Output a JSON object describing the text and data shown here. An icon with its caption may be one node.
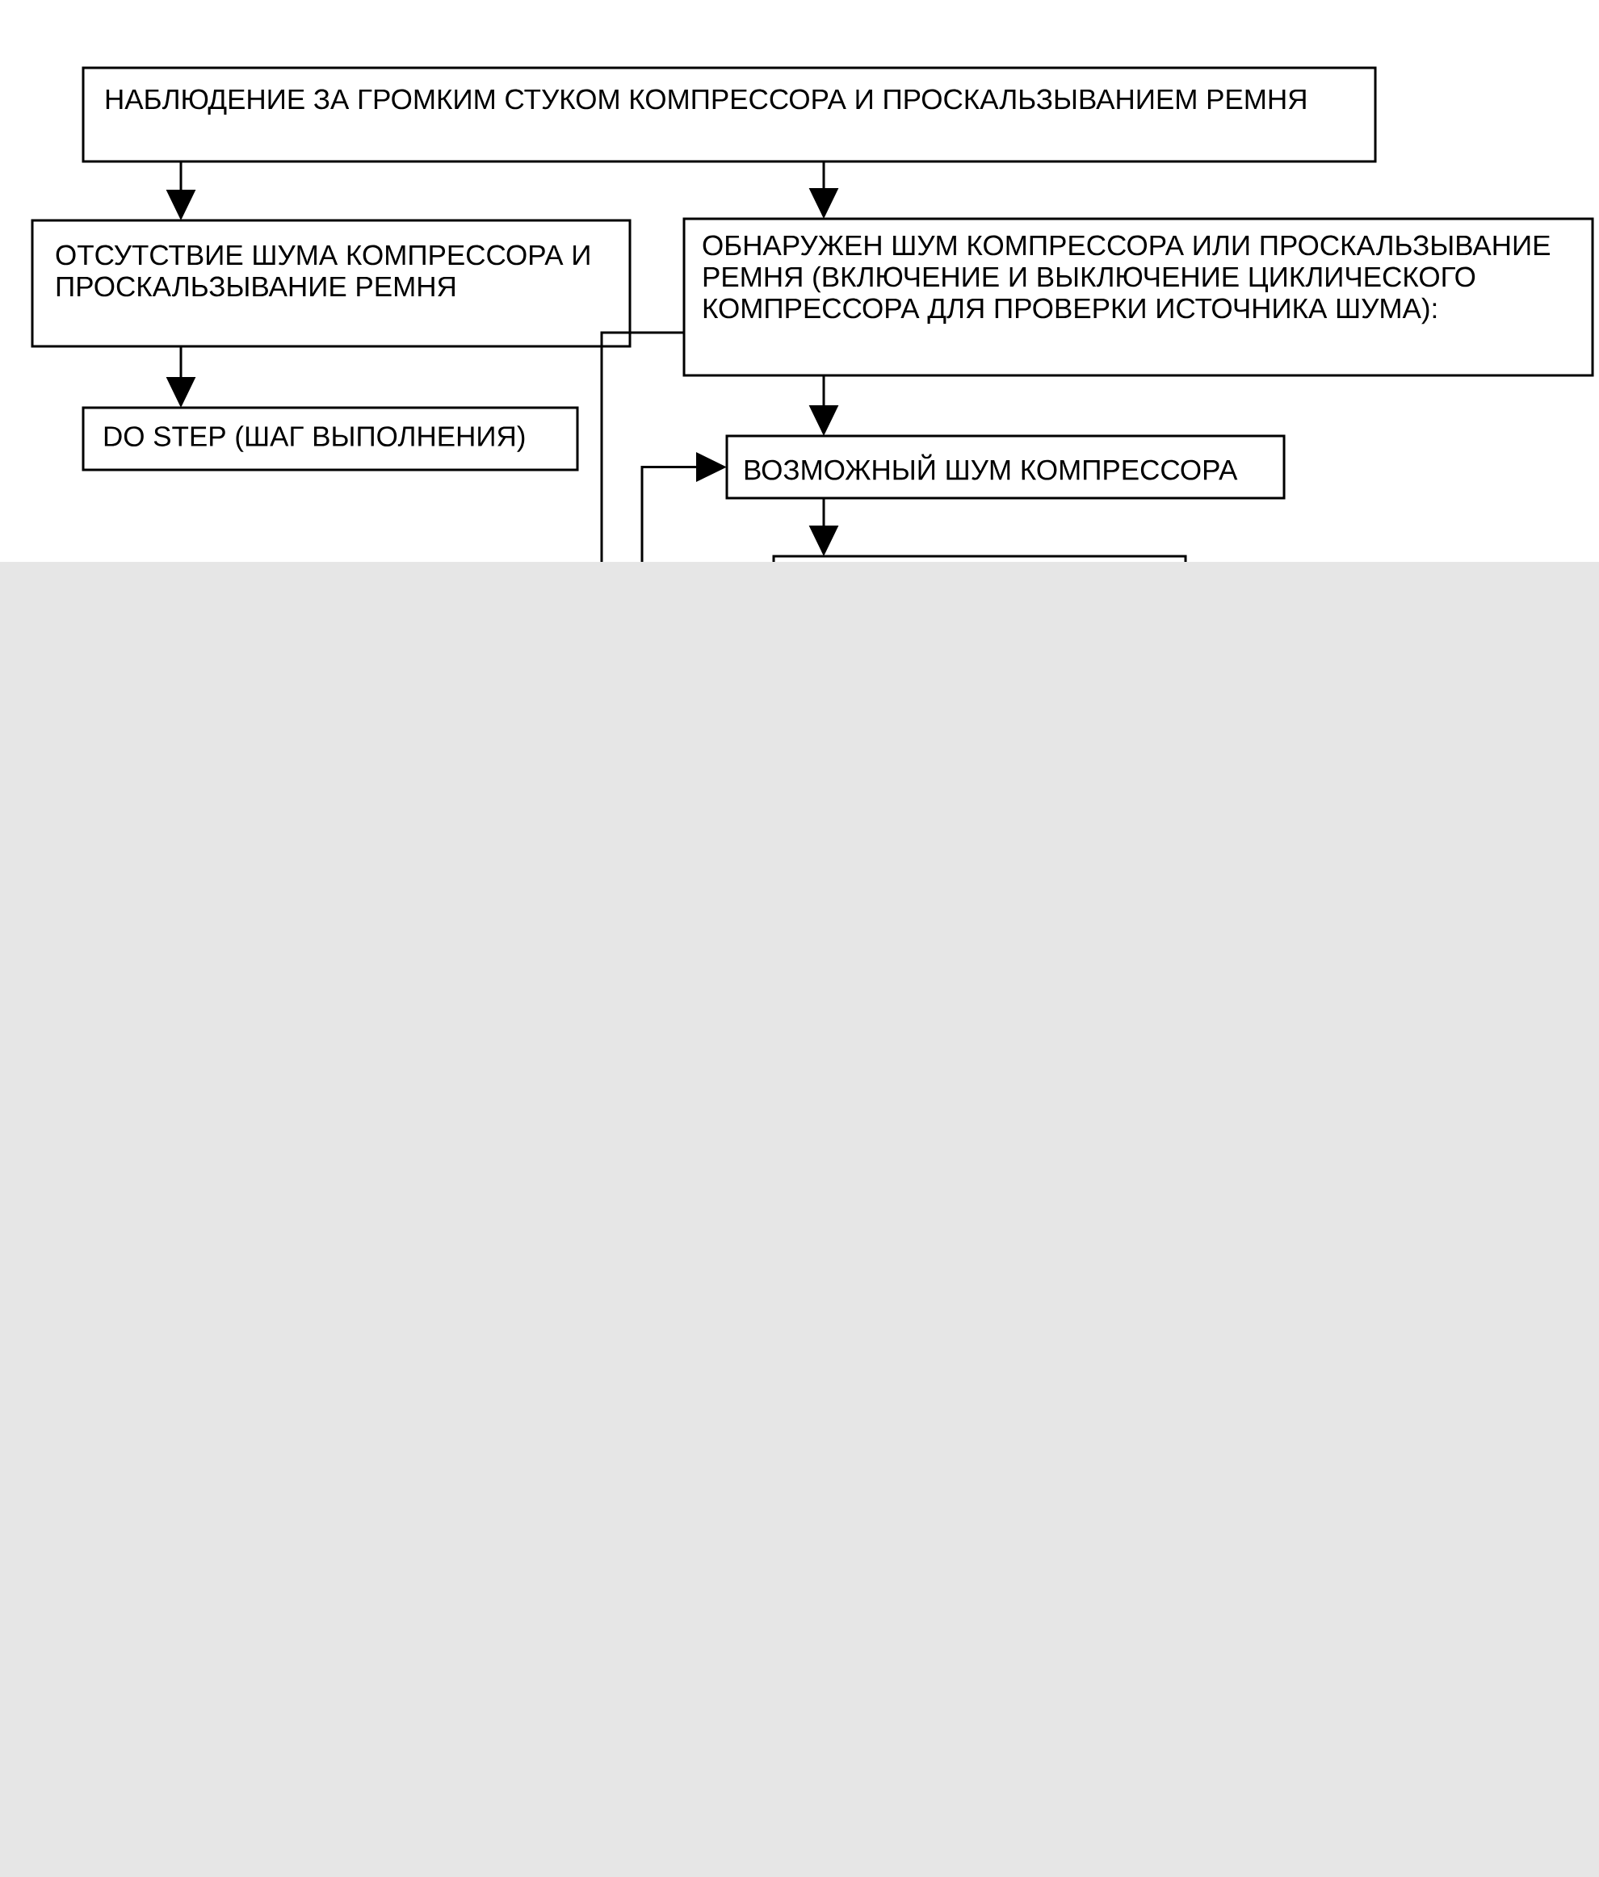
{
  "diagram": {
    "nodes": [
      {
        "text": [
          "НАБЛЮДЕНИЕ ЗА ГРОМКИМ СТУКОМ КОМПРЕССОРА И ПРОСКАЛЬЗЫВАНИЕМ РЕМНЯ"
        ]
      },
      {
        "text": [
          "ОТСУТСТВИЕ ШУМА КОМПРЕССОРА И ПРОСКАЛЬЗЫВАНИЕ РЕМНЯ"
        ]
      },
      {
        "text": [
          "DO STEP (ШАГ ВЫПОЛНЕНИЯ)"
        ]
      },
      {
        "text": [
          "ОБНАРУЖЕН ШУМ КОМПРЕССОРА ИЛИ ПРОСКАЛЬЗЫВАНИЕ РЕМНЯ (ВКЛЮЧЕНИЕ И ВЫКЛЮЧЕНИЕ ЦИКЛИЧЕСКОГО КОМПРЕССОРА ДЛЯ ПРОВЕРКИ ИСТОЧНИКА ШУМА):"
        ]
      },
      {
        "text": [
          "ВОЗМОЖНЫЙ ШУМ КОМПРЕССОРА"
        ]
      },
      {
        "text": [],
        "shape": "box"
      }
    ],
    "edges": [
      {
        "from": 0,
        "to": 1,
        "arrow": "to"
      },
      {
        "from": 0,
        "to": 3,
        "arrow": "to"
      },
      {
        "from": 1,
        "to": 2,
        "arrow": "to"
      },
      {
        "from": 3,
        "to": 4,
        "arrow": "to"
      },
      {
        "from": 3,
        "to": null,
        "arrow": "none"
      },
      {
        "from": null,
        "to": 4,
        "arrow": "to"
      },
      {
        "from": 4,
        "to": 5,
        "arrow": "to"
      }
    ]
  }
}
